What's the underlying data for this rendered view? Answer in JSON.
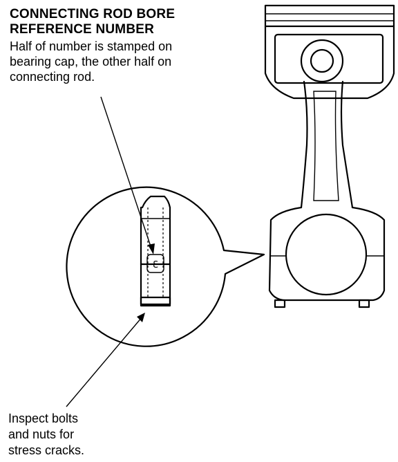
{
  "callouts": {
    "reference_number": {
      "title_line1": "CONNECTING ROD BORE",
      "title_line2": "REFERENCE NUMBER",
      "body_line1": "Half of number is stamped on",
      "body_line2": "bearing cap, the other half on",
      "body_line3": "connecting rod."
    },
    "inspect_bolts": {
      "line1": "Inspect bolts",
      "line2": "and nuts for",
      "line3": "stress cracks."
    }
  },
  "colors": {
    "ink": "#000000",
    "paper": "#ffffff"
  }
}
